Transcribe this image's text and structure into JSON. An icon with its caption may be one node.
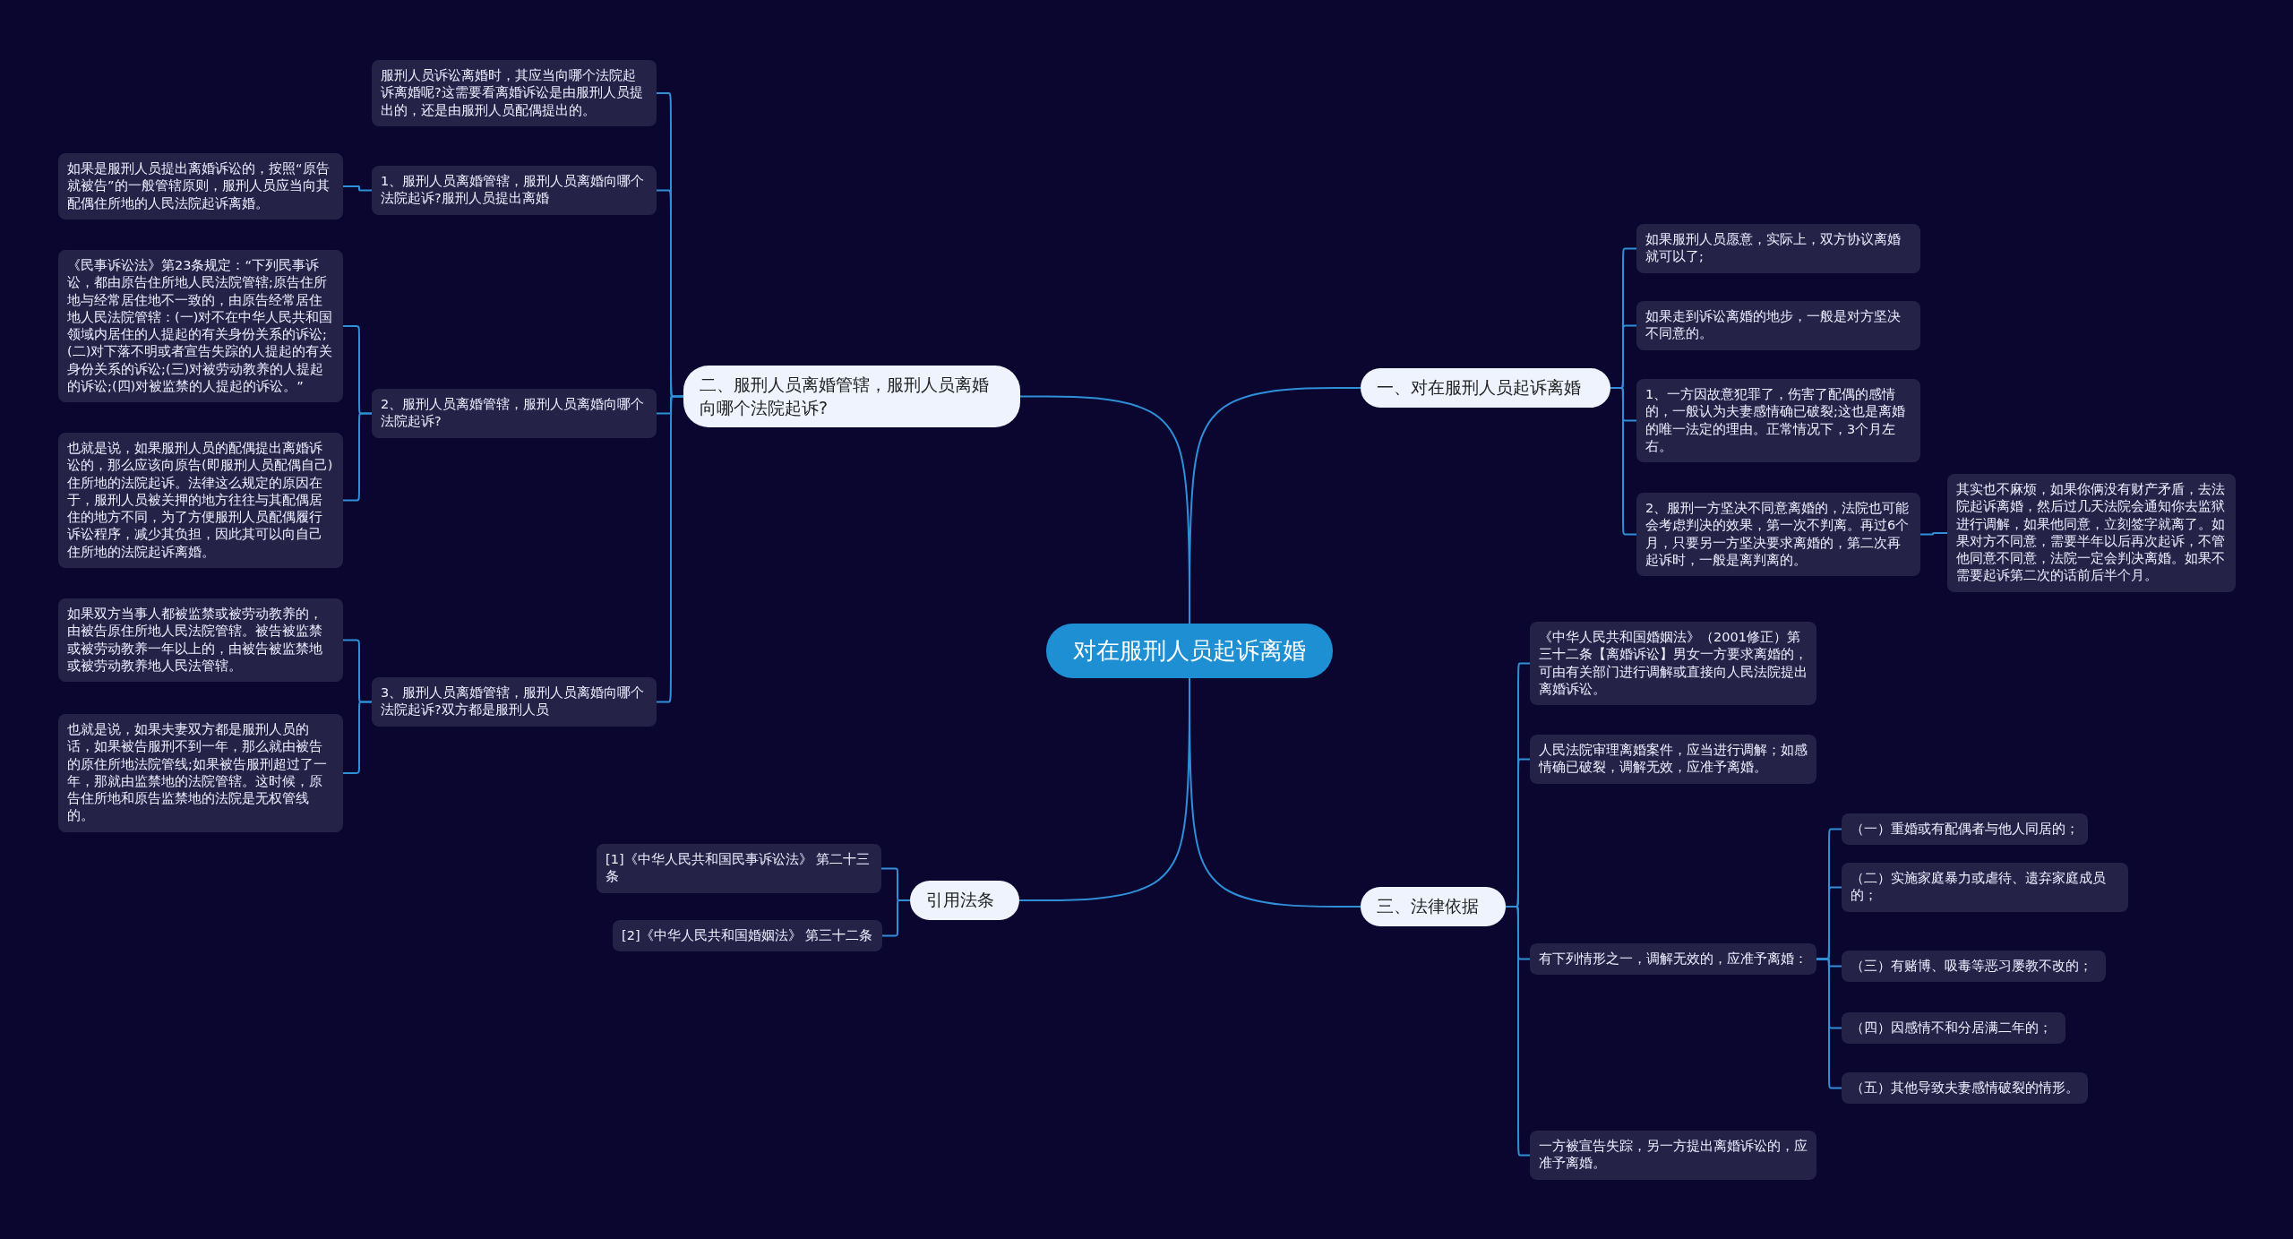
{
  "diagram": {
    "nodes": [
      {
        "text": [
          "对在服刑人员起诉离婚"
        ]
      },
      {
        "text": [
          "一、对在服刑人员起诉离婚"
        ]
      },
      {
        "text": [
          "如果服刑人员愿意，实际上，双方协议离婚就可以了;"
        ]
      },
      {
        "text": [
          "如果走到诉讼离婚的地步，一般是对方坚决不同意的。"
        ]
      },
      {
        "text": [
          "1、一方因故意犯罪了，伤害了配偶的感情的，一般认为夫妻感情确已破裂;这也是离婚的唯一法定的理由。正常情况下，3个月左右。"
        ]
      },
      {
        "text": [
          "2、服刑一方坚决不同意离婚的，法院也可能会考虑判决的效果，第一次不判离。再过6个月，只要另一方坚决要求离婚的，第二次再起诉时，一般是离判离的。"
        ]
      },
      {
        "text": [
          "其实也不麻烦，如果你俩没有财产矛盾，去法院起诉离婚，然后过几天法院会通知你去监狱进行调解，如果他同意，立刻签字就离了。如果对方不同意，需要半年以后再次起诉，不管他同意不同意，法院一定会判决离婚。如果不需要起诉第二次的话前后半个月。"
        ]
      },
      {
        "text": [
          "二、服刑人员离婚管辖，服刑人员离婚向哪个法院起诉?"
        ]
      },
      {
        "text": [
          "服刑人员诉讼离婚时，其应当向哪个法院起诉离婚呢?这需要看离婚诉讼是由服刑人员提出的，还是由服刑人员配偶提出的。"
        ]
      },
      {
        "text": [
          "1、服刑人员离婚管辖，服刑人员离婚向哪个法院起诉?服刑人员提出离婚"
        ]
      },
      {
        "text": [
          "如果是服刑人员提出离婚诉讼的，按照“原告就被告”的一般管辖原则，服刑人员应当向其配偶住所地的人民法院起诉离婚。"
        ]
      },
      {
        "text": [
          "2、服刑人员离婚管辖，服刑人员离婚向哪个法院起诉?"
        ]
      },
      {
        "text": [
          "《民事诉讼法》第23条规定：“下列民事诉讼，都由原告住所地人民法院管辖;原告住所地与经常居住地不一致的，由原告经常居住地人民法院管辖：(一)对不在中华人民共和国领域内居住的人提起的有关身份关系的诉讼;(二)对下落不明或者宣告失踪的人提起的有关身份关系的诉讼;(三)对被劳动教养的人提起的诉讼;(四)对被监禁的人提起的诉讼。”"
        ]
      },
      {
        "text": [
          "也就是说，如果服刑人员的配偶提出离婚诉讼的，那么应该向原告(即服刑人员配偶自己)住所地的法院起诉。法律这么规定的原因在于，服刑人员被关押的地方往往与其配偶居住的地方不同，为了方便服刑人员配偶履行诉讼程序，减少其负担，因此其可以向自己住所地的法院起诉离婚。"
        ]
      },
      {
        "text": [
          "3、服刑人员离婚管辖，服刑人员离婚向哪个法院起诉?双方都是服刑人员"
        ]
      },
      {
        "text": [
          "如果双方当事人都被监禁或被劳动教养的，由被告原住所地人民法院管辖。被告被监禁或被劳动教养一年以上的，由被告被监禁地或被劳动教养地人民法管辖。"
        ]
      },
      {
        "text": [
          "也就是说，如果夫妻双方都是服刑人员的话，如果被告服刑不到一年，那么就由被告的原住所地法院管线;如果被告服刑超过了一年，那就由监禁地的法院管辖。这时候，原告住所地和原告监禁地的法院是无权管线的。"
        ]
      },
      {
        "text": [
          "引用法条"
        ]
      },
      {
        "text": [
          "[1]《中华人民共和国民事诉讼法》 第二十三条"
        ]
      },
      {
        "text": [
          "[2]《中华人民共和国婚姻法》 第三十二条"
        ]
      },
      {
        "text": [
          "三、法律依据"
        ]
      },
      {
        "text": [
          "《中华人民共和国婚姻法》（2001修正）第三十二条【离婚诉讼】男女一方要求离婚的，可由有关部门进行调解或直接向人民法院提出离婚诉讼。"
        ]
      },
      {
        "text": [
          "人民法院审理离婚案件，应当进行调解；如感情确已破裂，调解无效，应准予离婚。"
        ]
      },
      {
        "text": [
          "有下列情形之一，调解无效的，应准予离婚："
        ]
      },
      {
        "text": [
          "一方被宣告失踪，另一方提出离婚诉讼的，应准予离婚。"
        ]
      },
      {
        "text": [
          "（一）重婚或有配偶者与他人同居的；"
        ]
      },
      {
        "text": [
          "（二）实施家庭暴力或虐待、遗弃家庭成员的；"
        ]
      },
      {
        "text": [
          "（三）有赌博、吸毒等恶习屡教不改的；"
        ]
      },
      {
        "text": [
          "（四）因感情不和分居满二年的；"
        ]
      },
      {
        "text": [
          "（五）其他导致夫妻感情破裂的情形。"
        ]
      }
    ],
    "edges": [
      {
        "from": 0,
        "to": 1,
        "arrow": "none"
      },
      {
        "from": 1,
        "to": 2,
        "arrow": "none"
      },
      {
        "from": 1,
        "to": 3,
        "arrow": "none"
      },
      {
        "from": 1,
        "to": 4,
        "arrow": "none"
      },
      {
        "from": 1,
        "to": 5,
        "arrow": "none"
      },
      {
        "from": 5,
        "to": 6,
        "arrow": "none"
      },
      {
        "from": 0,
        "to": 7,
        "arrow": "none"
      },
      {
        "from": 7,
        "to": 8,
        "arrow": "none"
      },
      {
        "from": 7,
        "to": 9,
        "arrow": "none"
      },
      {
        "from": 9,
        "to": 10,
        "arrow": "none"
      },
      {
        "from": 7,
        "to": 11,
        "arrow": "none"
      },
      {
        "from": 11,
        "to": 12,
        "arrow": "none"
      },
      {
        "from": 11,
        "to": 13,
        "arrow": "none"
      },
      {
        "from": 7,
        "to": 14,
        "arrow": "none"
      },
      {
        "from": 14,
        "to": 15,
        "arrow": "none"
      },
      {
        "from": 14,
        "to": 16,
        "arrow": "none"
      },
      {
        "from": 0,
        "to": 17,
        "arrow": "none"
      },
      {
        "from": 17,
        "to": 18,
        "arrow": "none"
      },
      {
        "from": 17,
        "to": 19,
        "arrow": "none"
      },
      {
        "from": 0,
        "to": 20,
        "arrow": "none"
      },
      {
        "from": 20,
        "to": 21,
        "arrow": "none"
      },
      {
        "from": 20,
        "to": 22,
        "arrow": "none"
      },
      {
        "from": 20,
        "to": 23,
        "arrow": "none"
      },
      {
        "from": 20,
        "to": 24,
        "arrow": "none"
      },
      {
        "from": 23,
        "to": 25,
        "arrow": "none"
      },
      {
        "from": 23,
        "to": 26,
        "arrow": "none"
      },
      {
        "from": 23,
        "to": 27,
        "arrow": "none"
      },
      {
        "from": 23,
        "to": 28,
        "arrow": "none"
      },
      {
        "from": 23,
        "to": 29,
        "arrow": "none"
      }
    ]
  }
}
